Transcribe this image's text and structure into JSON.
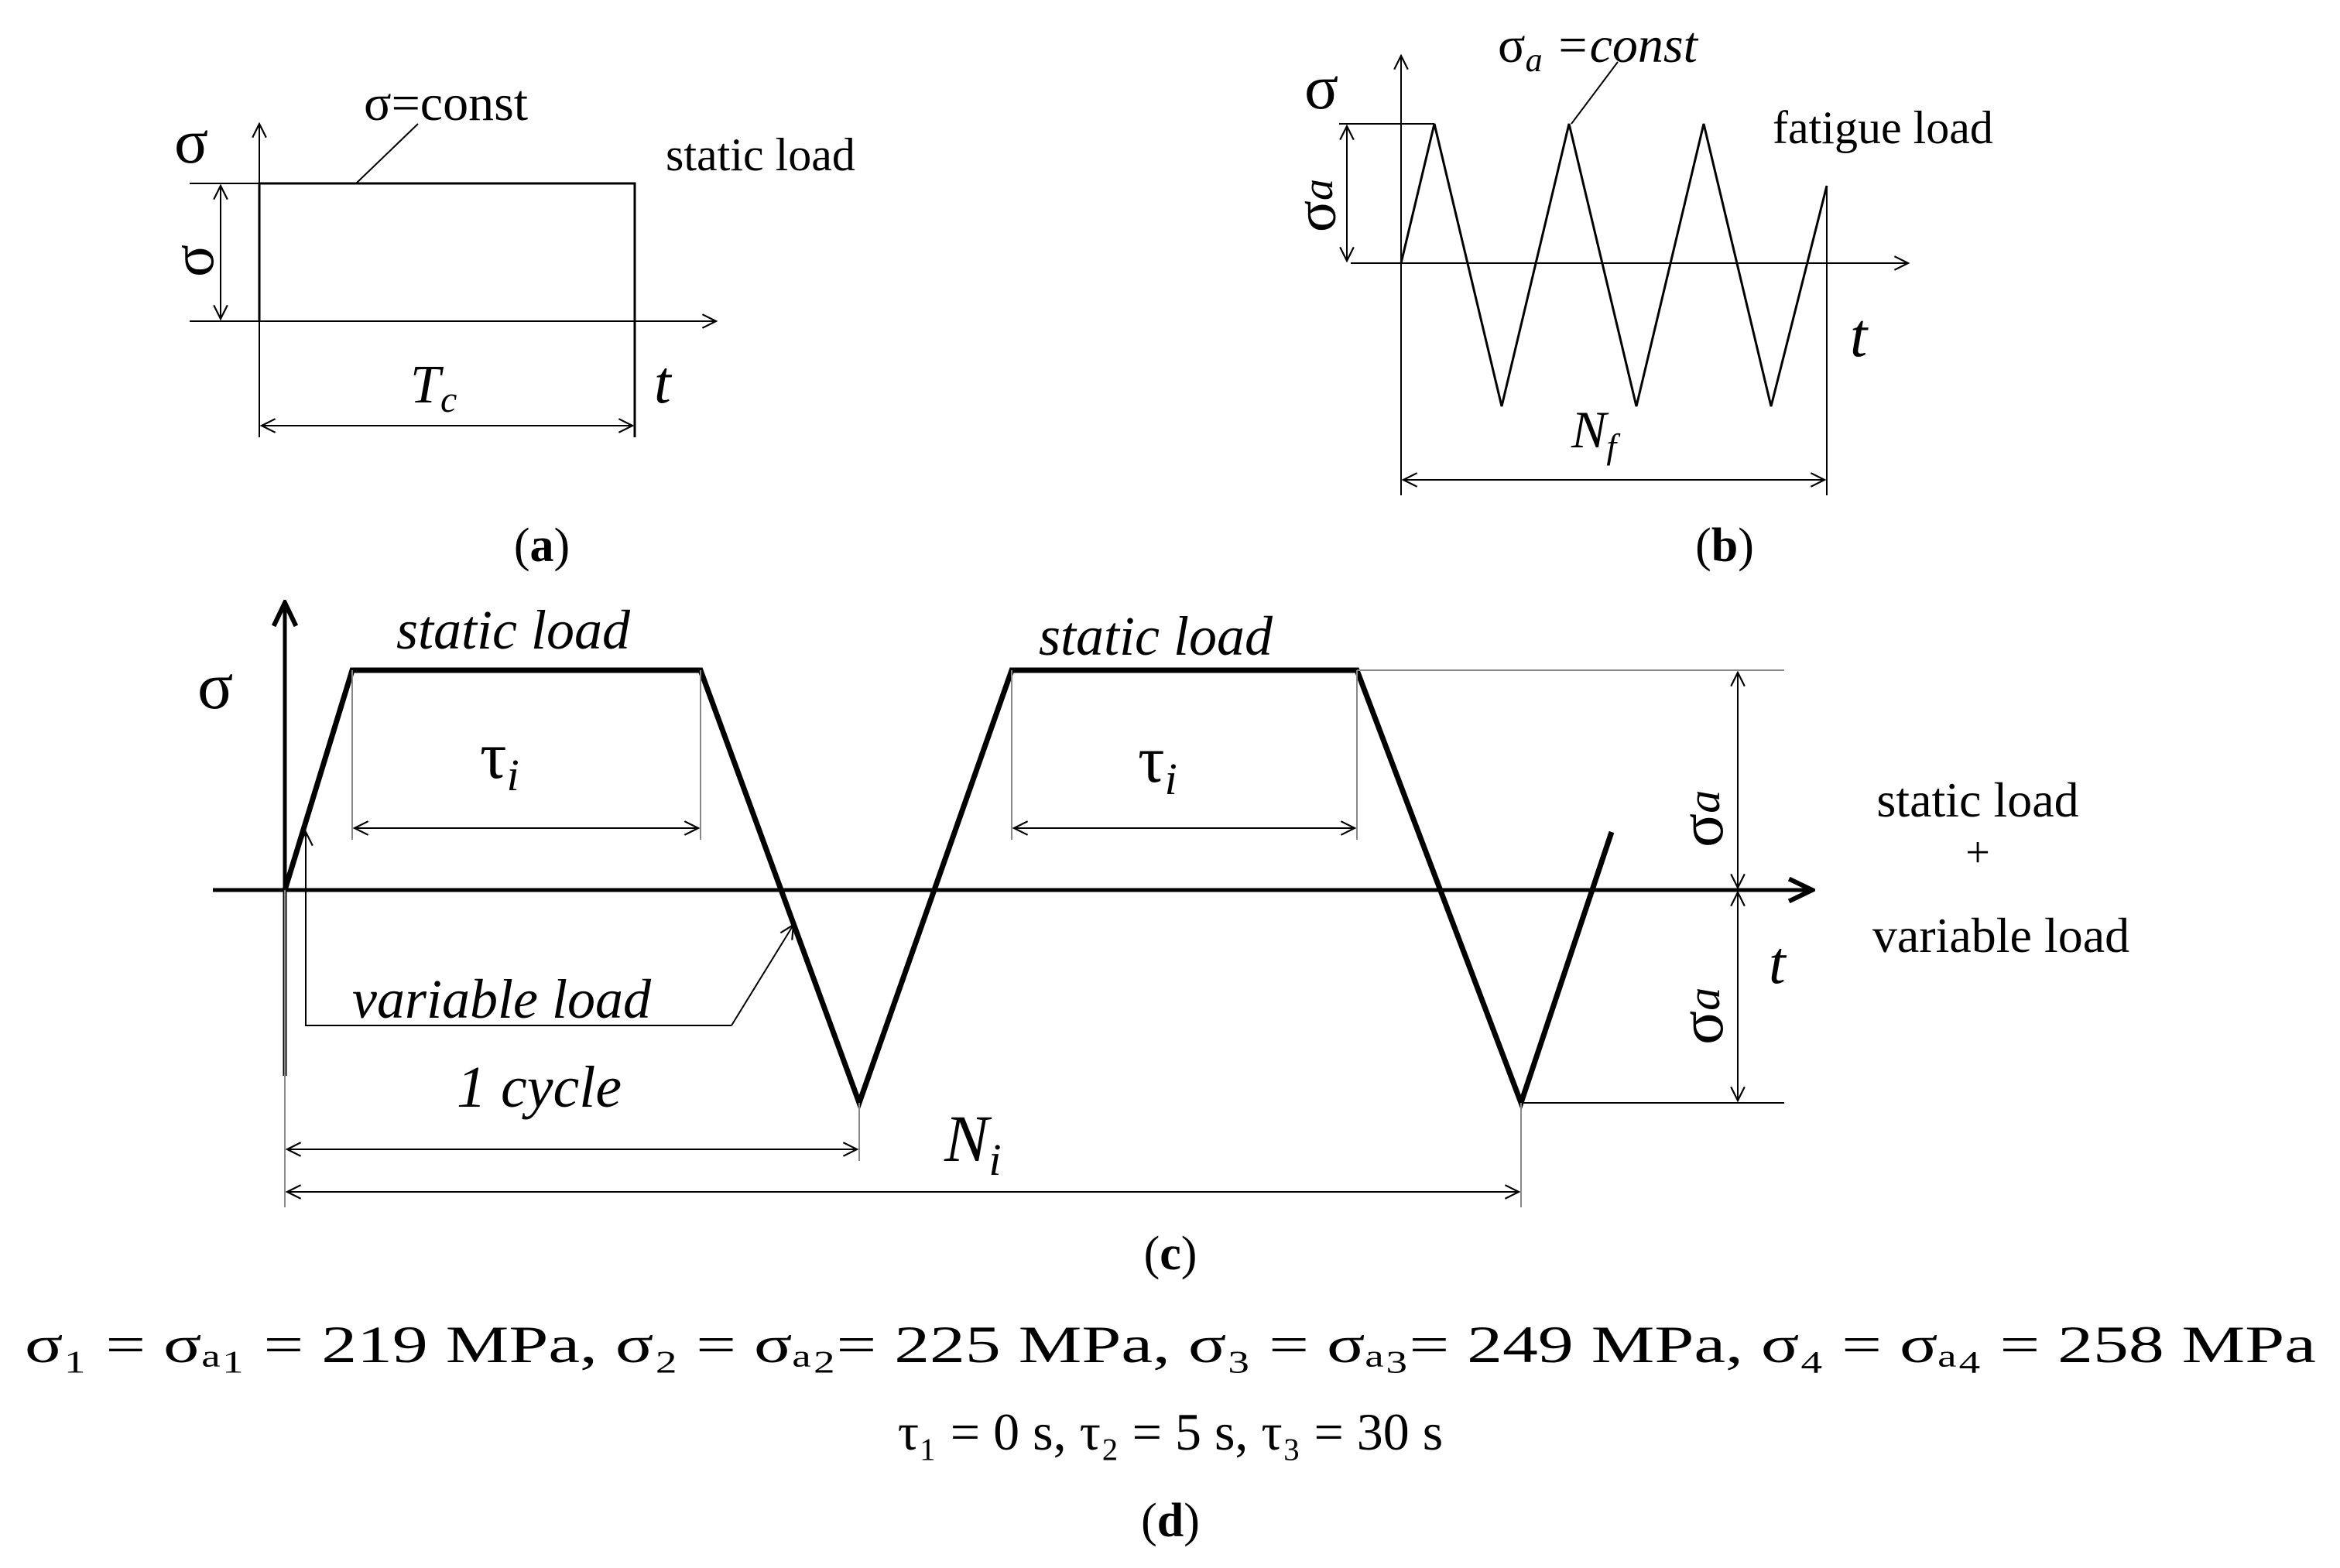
{
  "panels": {
    "a": {
      "caption_letter": "a",
      "y_axis": "σ",
      "sigma_label": "σ=const",
      "side_label": "σ",
      "load_label": "static load",
      "duration_label": "T",
      "duration_sub": "c",
      "x_axis": "t"
    },
    "b": {
      "caption_letter": "b",
      "y_axis": "σ",
      "sigma_label": "σ",
      "sigma_label_sub": "a",
      "sigma_label_rest": " =const",
      "amp_label": "σ",
      "amp_label_sub": "a",
      "load_label": "fatigue load",
      "cycles_label": "N",
      "cycles_sub": "f",
      "x_axis": "t"
    },
    "c": {
      "caption_letter": "c",
      "y_axis": "σ",
      "static_label_1": "static load",
      "static_label_2": "static load",
      "tau_1": "τ",
      "tau_1_sub": "i",
      "tau_2": "τ",
      "tau_2_sub": "i",
      "variable_label": "variable load",
      "cycle_label": "1 cycle",
      "cycles_label": "N",
      "cycles_sub": "i",
      "amp_upper": "σ",
      "amp_upper_sub": "a",
      "amp_lower": "σ",
      "amp_lower_sub": "a",
      "x_axis": "t",
      "combo_line1": "static load",
      "combo_plus": "+",
      "combo_line2": "variable load"
    },
    "d": {
      "caption_letter": "d",
      "line1": "σ₁ = σₐ₁ = 219 MPa,  σ₂ = σₐ₂= 225 MPa,  σ₃ = σₐ₃= 249 MPa,  σ₄ = σₐ₄ = 258 MPa",
      "line2": "τ₁ = 0 s, τ₂ = 5 s,  τ₃ = 30 s"
    }
  }
}
